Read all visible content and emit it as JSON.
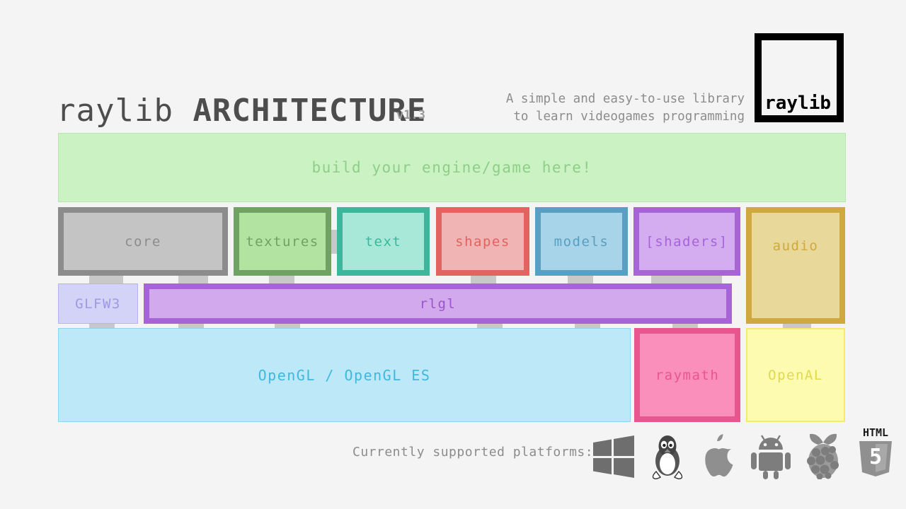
{
  "header": {
    "title_light": "raylib ",
    "title_bold": "ARCHITECTURE",
    "version": "v1.3",
    "tagline_line1": "A simple and easy-to-use library",
    "tagline_line2": "to learn videogames programming",
    "logo_text": "raylib"
  },
  "banner": {
    "label": "build your engine/game here!"
  },
  "modules": [
    {
      "name": "core",
      "label": "core",
      "fill": "#c4c4c4",
      "border": "#8c8c8c"
    },
    {
      "name": "textures",
      "label": "textures",
      "fill": "#b2e3a0",
      "border": "#6fa263"
    },
    {
      "name": "text",
      "label": "text",
      "fill": "#a7e8d8",
      "border": "#3bb79b"
    },
    {
      "name": "shapes",
      "label": "shapes",
      "fill": "#f0b4b4",
      "border": "#e2635f"
    },
    {
      "name": "models",
      "label": "models",
      "fill": "#a8d4ea",
      "border": "#589fc2"
    },
    {
      "name": "shaders",
      "label": "[shaders]",
      "fill": "#d4adf0",
      "border": "#a763d8"
    },
    {
      "name": "audio",
      "label": "audio",
      "fill": "#e8d89a",
      "border": "#cfa93f"
    }
  ],
  "layer_rlgl": [
    {
      "name": "glfw3",
      "label": "GLFW3",
      "fill": "#d3d2f7",
      "border": "#b6b3ef"
    },
    {
      "name": "rlgl",
      "label": "rlgl",
      "fill": "#d2a9ec",
      "border": "#a763d8"
    }
  ],
  "layer_backend": [
    {
      "name": "opengl",
      "label": "OpenGL / OpenGL ES",
      "fill": "#bde8f8",
      "border": "#8dd5f0"
    },
    {
      "name": "raymath",
      "label": "raymath",
      "fill": "#fb8fbc",
      "border": "#e9558f"
    },
    {
      "name": "openal",
      "label": "OpenAL",
      "fill": "#fcfbb0",
      "border": "#f2ec6a"
    }
  ],
  "platforms": {
    "label": "Currently supported platforms:",
    "icons": [
      {
        "name": "windows-icon",
        "title": "Windows"
      },
      {
        "name": "linux-icon",
        "title": "Linux"
      },
      {
        "name": "apple-icon",
        "title": "macOS"
      },
      {
        "name": "android-icon",
        "title": "Android"
      },
      {
        "name": "raspberrypi-icon",
        "title": "Raspberry Pi"
      },
      {
        "name": "html5-icon",
        "title": "HTML5",
        "badge": "HTML",
        "digit": "5"
      }
    ]
  },
  "colors": {
    "background": "#f4f4f4",
    "text_gray": "#8c8c8c",
    "connector": "#c8c8c8"
  }
}
